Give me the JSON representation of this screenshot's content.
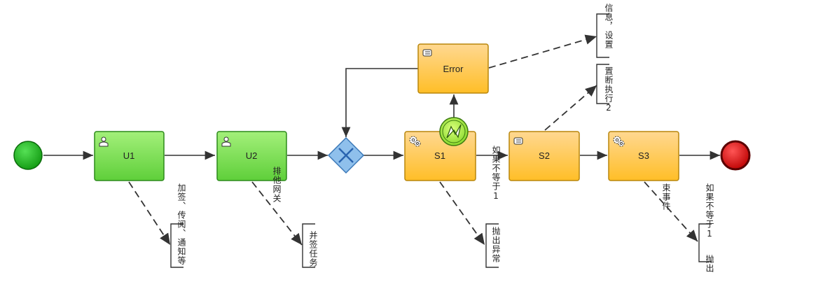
{
  "nodes": {
    "u1": {
      "label": "U1"
    },
    "u2": {
      "label": "U2"
    },
    "s1": {
      "label": "S1"
    },
    "s2": {
      "label": "S2"
    },
    "s3": {
      "label": "S3"
    },
    "error": {
      "label": "Error"
    }
  },
  "annotations": {
    "u1_note": "加签、传阅、通知等",
    "u2_note": "并签任务",
    "s1_note": "抛出异常",
    "error_note": "信息，设置",
    "s2_note": "置断执行2",
    "s3_note": "抛出"
  },
  "flow_labels": {
    "u2_flow": "排他网关",
    "s1_flow": "如果不等于1",
    "s3_flow": "束事件",
    "end_flow": "如果不等于1"
  },
  "colors": {
    "user_task_top": "#a3f07a",
    "user_task_bottom": "#5fcf3a",
    "service_task_top": "#ffd27a",
    "service_task_bottom": "#ffbf2a",
    "gateway": "#5b9bd5",
    "start": "#22bb22",
    "end": "#dd1111",
    "line": "#333333"
  }
}
